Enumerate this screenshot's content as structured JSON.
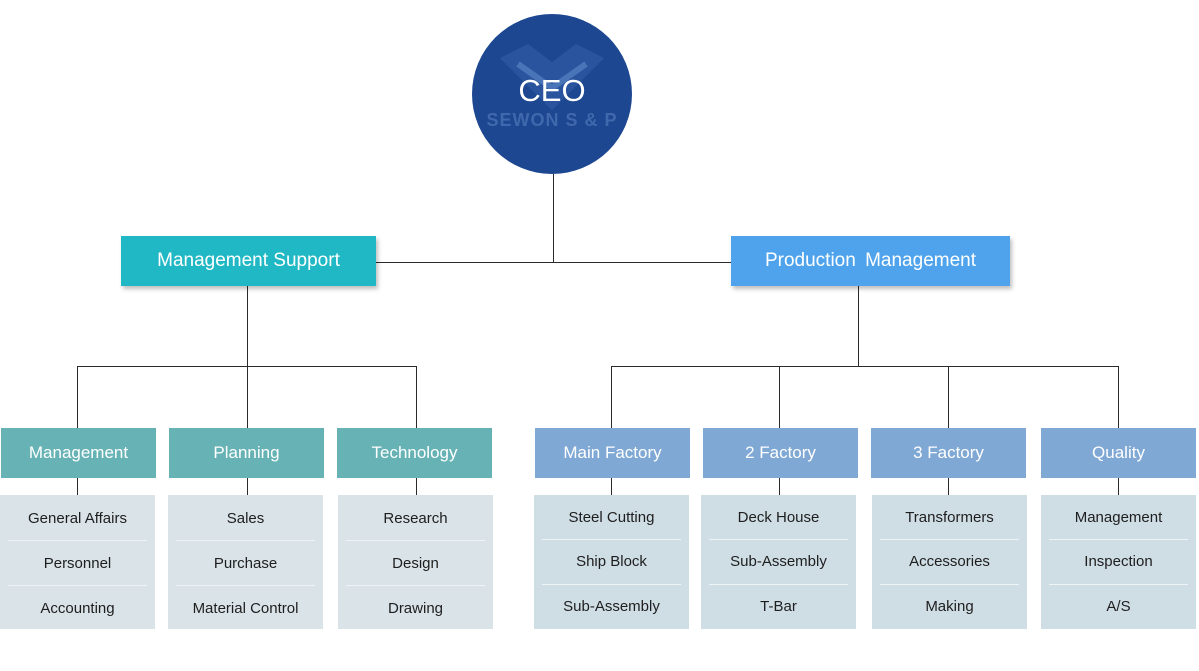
{
  "ceo": {
    "label": "CEO",
    "logo_text": "SEWON S & P"
  },
  "branches": [
    {
      "label": "Management Support",
      "departments": [
        {
          "label": "Management",
          "items": [
            "General Affairs",
            "Personnel",
            "Accounting"
          ]
        },
        {
          "label": "Planning",
          "items": [
            "Sales",
            "Purchase",
            "Material Control"
          ]
        },
        {
          "label": "Technology",
          "items": [
            "Research",
            "Design",
            "Drawing"
          ]
        }
      ]
    },
    {
      "label": "Production  Management",
      "departments": [
        {
          "label": "Main Factory",
          "items": [
            "Steel Cutting",
            "Ship Block",
            "Sub-Assembly"
          ]
        },
        {
          "label": "2 Factory",
          "items": [
            "Deck House",
            "Sub-Assembly",
            "T-Bar"
          ]
        },
        {
          "label": "3 Factory",
          "items": [
            "Transformers",
            "Accessories",
            "Making"
          ]
        },
        {
          "label": "Quality",
          "items": [
            "Management",
            "Inspection",
            "A/S"
          ]
        }
      ]
    }
  ],
  "colors": {
    "ceo": "#1d4791",
    "management_support": "#20b8c4",
    "production_management": "#4fa3ec",
    "dept_teal": "#66b2b4",
    "dept_blue": "#7fa8d4",
    "sub_bg": "#d9e3e8"
  }
}
